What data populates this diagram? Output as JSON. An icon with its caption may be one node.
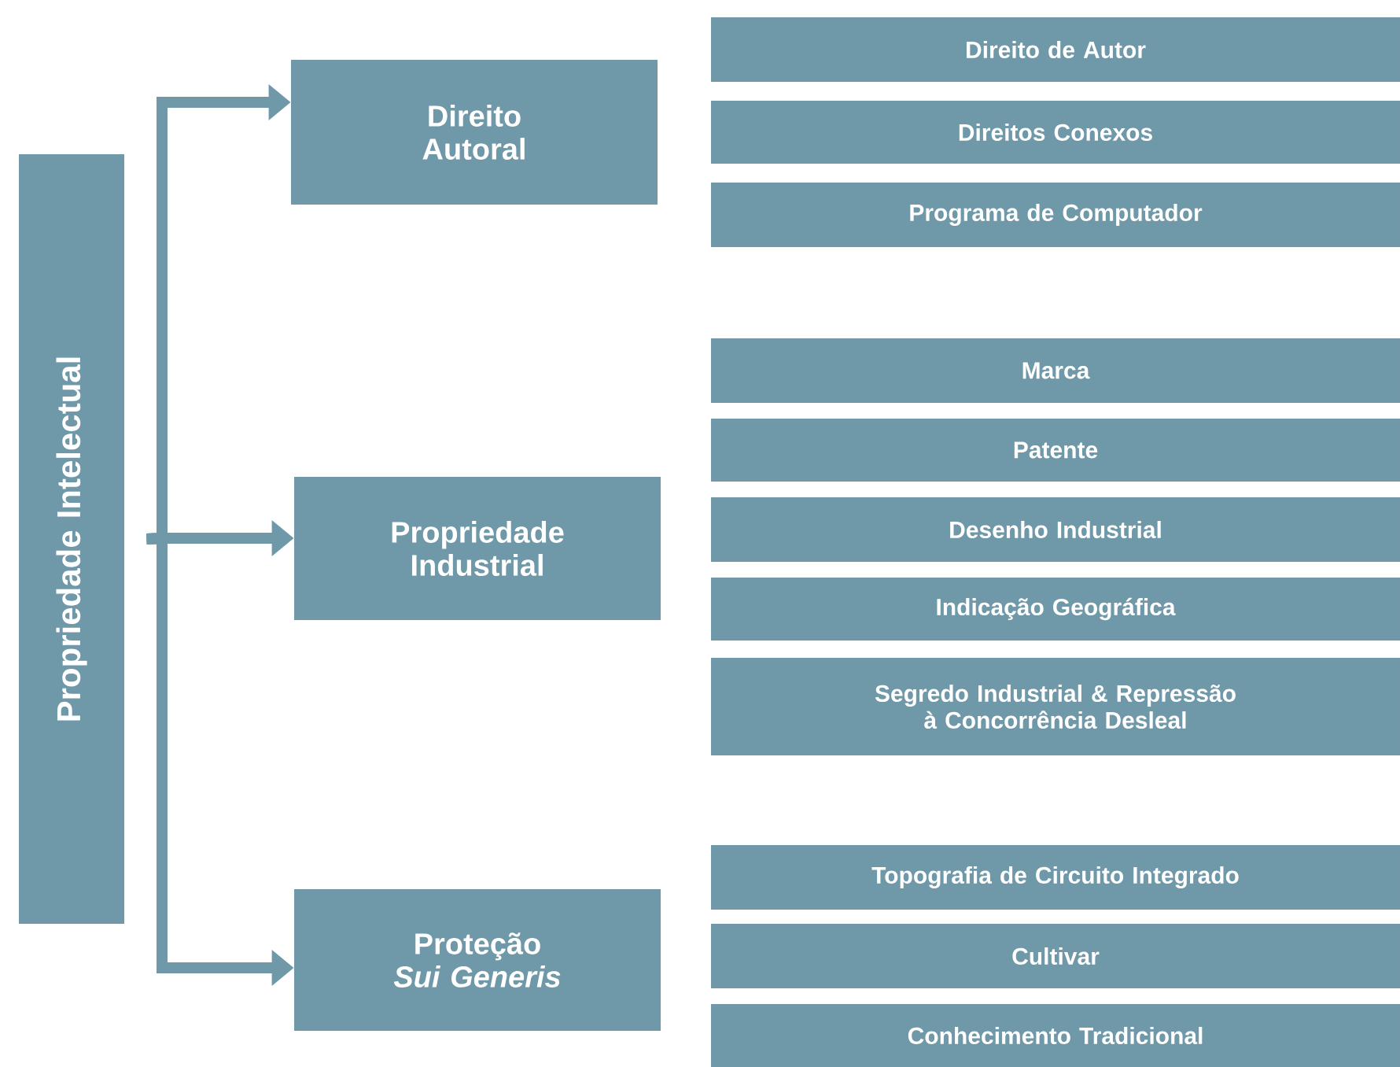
{
  "diagram": {
    "nodes": [
      {
        "text": [
          "Propriedade Intelectual"
        ]
      },
      {
        "text": [
          "Direito Autoral"
        ]
      },
      {
        "text": [
          "Propriedade Industrial"
        ]
      },
      {
        "text": [
          "Proteção *Sui Generis*"
        ]
      },
      {
        "text": [
          "Direito de Autor"
        ]
      },
      {
        "text": [
          "Direitos Conexos"
        ]
      },
      {
        "text": [
          "Programa de Computador"
        ]
      },
      {
        "text": [
          "Marca"
        ]
      },
      {
        "text": [
          "Patente"
        ]
      },
      {
        "text": [
          "Desenho Industrial"
        ]
      },
      {
        "text": [
          "Indicação Geográfica"
        ]
      },
      {
        "text": [
          "Segredo Industrial & Repressão à Concorrência Desleal"
        ]
      },
      {
        "text": [
          "Topografia de Circuito Integrado"
        ]
      },
      {
        "text": [
          "Cultivar"
        ]
      },
      {
        "text": [
          "Conhecimento Tradicional"
        ]
      }
    ],
    "edges": [
      {
        "from": 0,
        "to": 1,
        "arrow": "to"
      },
      {
        "from": 0,
        "to": 2,
        "arrow": "to"
      },
      {
        "from": 0,
        "to": 3,
        "arrow": "to"
      }
    ]
  }
}
